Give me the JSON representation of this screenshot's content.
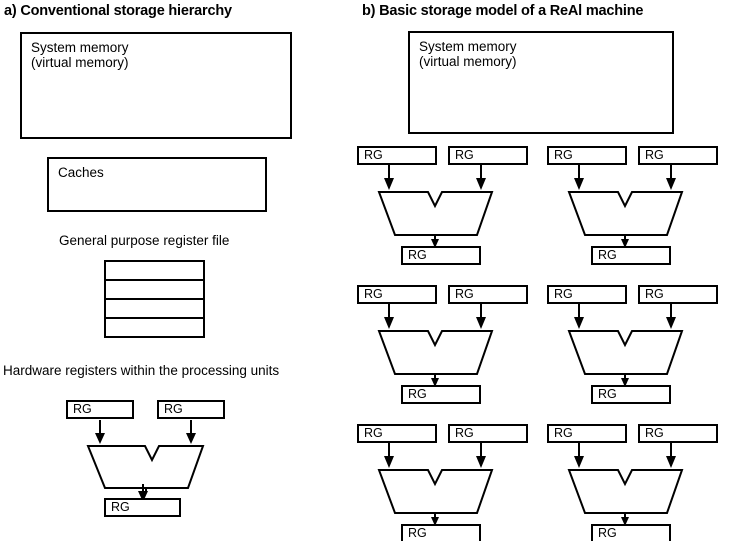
{
  "panels": {
    "left": {
      "title": "a) Conventional storage hierarchy",
      "system_memory": "System memory\n(virtual memory)",
      "caches": "Caches",
      "register_file_label": "General purpose register file",
      "register_file_rows": 4,
      "hardware_registers_label": "Hardware registers within the processing units",
      "unit": {
        "input_left": "RG",
        "input_right": "RG",
        "output": "RG"
      }
    },
    "right": {
      "title": "b) Basic storage model of a ReAl machine",
      "system_memory": "System memory\n(virtual memory)",
      "units": [
        {
          "input_left": "RG",
          "input_right": "RG",
          "output": "RG"
        },
        {
          "input_left": "RG",
          "input_right": "RG",
          "output": "RG"
        },
        {
          "input_left": "RG",
          "input_right": "RG",
          "output": "RG"
        },
        {
          "input_left": "RG",
          "input_right": "RG",
          "output": "RG"
        },
        {
          "input_left": "RG",
          "input_right": "RG",
          "output": "RG"
        },
        {
          "input_left": "RG",
          "input_right": "RG",
          "output": "RG"
        }
      ]
    }
  },
  "colors": {
    "stroke": "#000000",
    "background": "#ffffff"
  }
}
